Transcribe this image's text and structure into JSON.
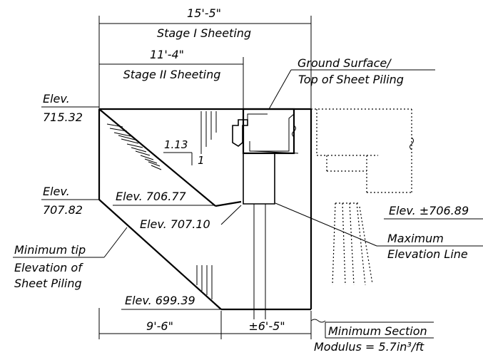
{
  "dimensions": {
    "stage1_width": "15'-5\"",
    "stage1_label": "Stage I Sheeting",
    "stage2_width": "11'-4\"",
    "stage2_label": "Stage II Sheeting",
    "bottom_left": "9'-6\"",
    "bottom_right": "±6'-5\""
  },
  "labels": {
    "ground_line1": "Ground Surface/",
    "ground_line2": "Top of Sheet Piling",
    "elev_top_label": "Elev.",
    "elev_top_value": "715.32",
    "elev_mid_label": "Elev.",
    "elev_mid_value": "707.82",
    "elev_70677": "Elev. 706.77",
    "elev_70710": "Elev. 707.10",
    "elev_69939": "Elev. 699.39",
    "elev_70689": "Elev. ±706.89",
    "slope_run": "1.13",
    "slope_rise": "1",
    "min_tip_1": "Minimum tip",
    "min_tip_2": "Elevation of",
    "min_tip_3": "Sheet Piling",
    "max_elev_1": "Maximum",
    "max_elev_2": "Elevation Line",
    "min_section_1": "Minimum Section",
    "min_section_2": "Modulus = 5.7in³/ft"
  }
}
